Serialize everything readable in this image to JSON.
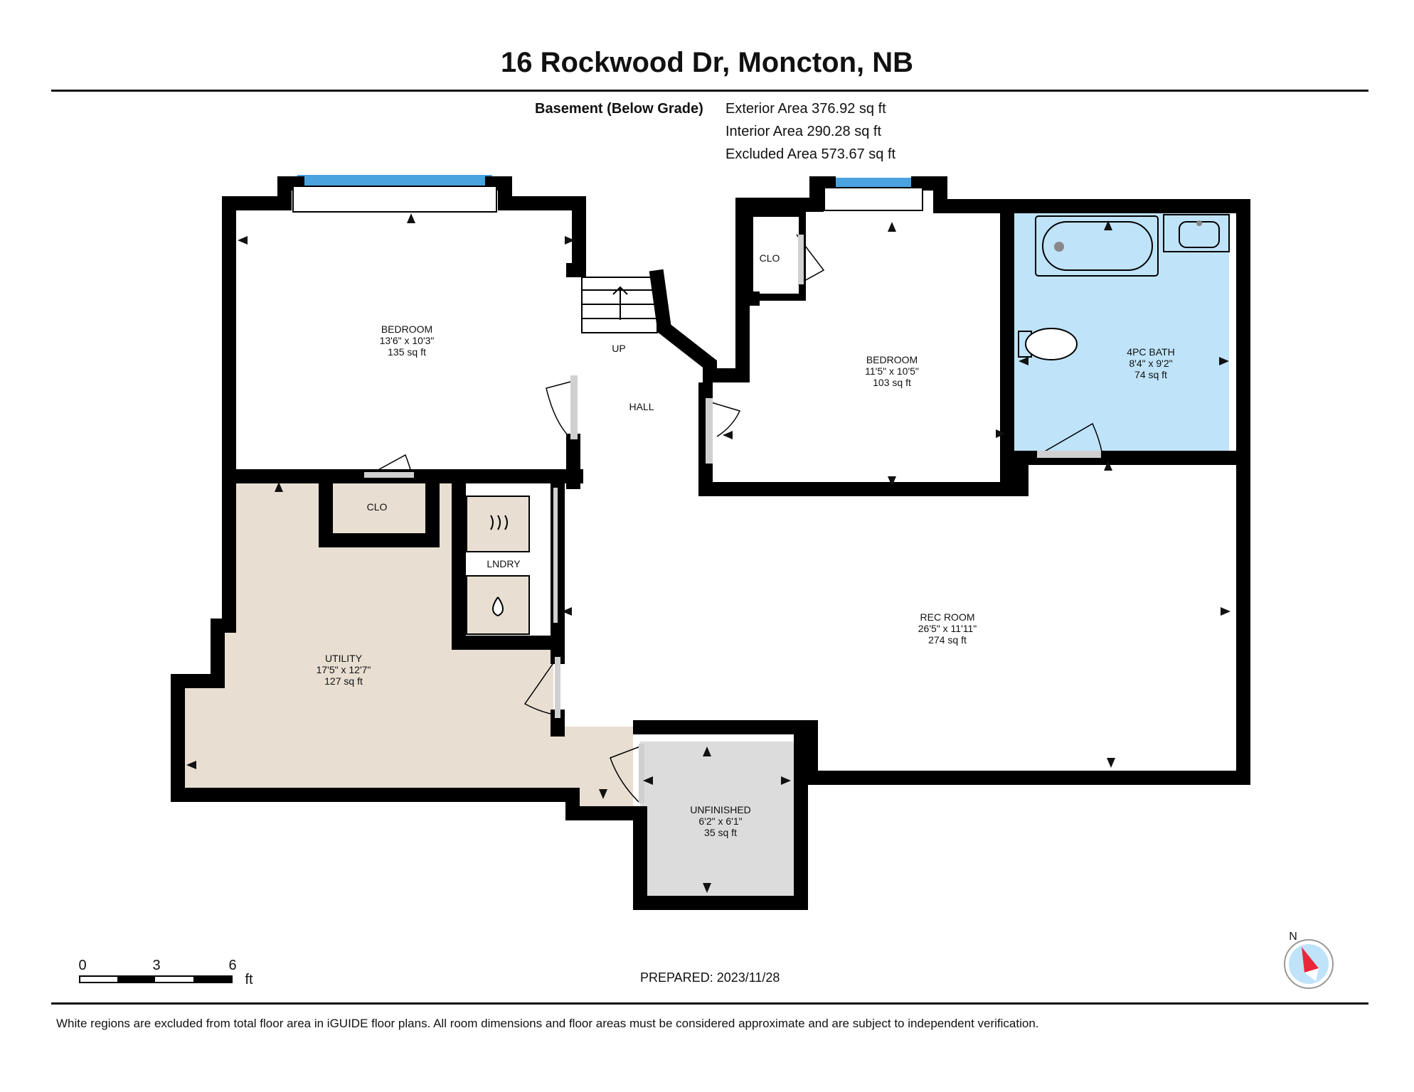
{
  "title": "16 Rockwood Dr, Moncton, NB",
  "summary": {
    "level": "Basement (Below Grade)",
    "exterior": "Exterior Area 376.92 sq ft",
    "interior": "Interior Area 290.28 sq ft",
    "excluded": "Excluded Area 573.67 sq ft"
  },
  "rooms": {
    "bedroom1": {
      "name": "BEDROOM",
      "dims": "13'6\" x 10'3\"",
      "area": "135 sq ft"
    },
    "bedroom2": {
      "name": "BEDROOM",
      "dims": "11'5\" x 10'5\"",
      "area": "103 sq ft"
    },
    "bath": {
      "name": "4PC BATH",
      "dims": "8'4\" x 9'2\"",
      "area": "74 sq ft"
    },
    "utility": {
      "name": "UTILITY",
      "dims": "17'5\" x 12'7\"",
      "area": "127 sq ft"
    },
    "rec": {
      "name": "REC ROOM",
      "dims": "26'5\" x 11'11\"",
      "area": "274 sq ft"
    },
    "unfinished": {
      "name": "UNFINISHED",
      "dims": "6'2\" x 6'1\"",
      "area": "35 sq ft"
    },
    "closet1": "CLO",
    "closet2": "CLO",
    "laundry": "LNDRY",
    "hall": "HALL",
    "stairs": "UP"
  },
  "scale": {
    "ticks": [
      "0",
      "3",
      "6"
    ],
    "unit": "ft"
  },
  "compass_label": "N",
  "prepared": "PREPARED: 2023/11/28",
  "disclaimer": "White regions are excluded from total floor area in iGUIDE floor plans. All room dimensions and floor areas must be considered approximate and are subject to independent verification.",
  "colors": {
    "wall": "#000000",
    "utility": "#e8dfd2",
    "bath": "#bfe3f9",
    "unfinished": "#dcdcdc",
    "window": "#4aa3df",
    "compass": "#e8283a"
  }
}
